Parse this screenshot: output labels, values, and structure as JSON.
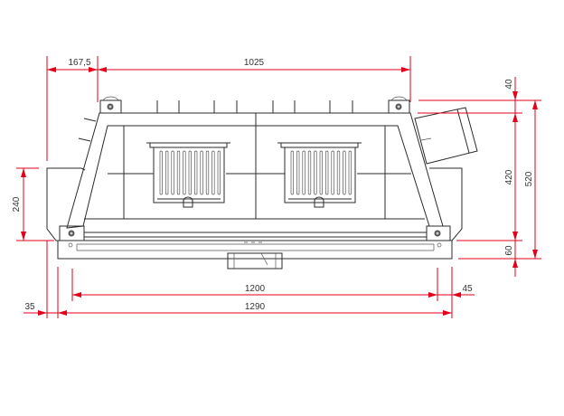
{
  "drawing": {
    "title": "Fireplace insert plan view with dimensions",
    "dimension_color": "#e2001a",
    "line_color": "#2b2b2b",
    "units": "mm",
    "dimensions": {
      "left_offset": "167,5",
      "top_width": "1025",
      "side_box_height": "240",
      "top_flange": "40",
      "inner_depth": "420",
      "total_depth": "520",
      "front_frame": "60",
      "inner_width": "1200",
      "right_margin": "45",
      "outer_width": "1290",
      "left_margin": "35"
    }
  }
}
